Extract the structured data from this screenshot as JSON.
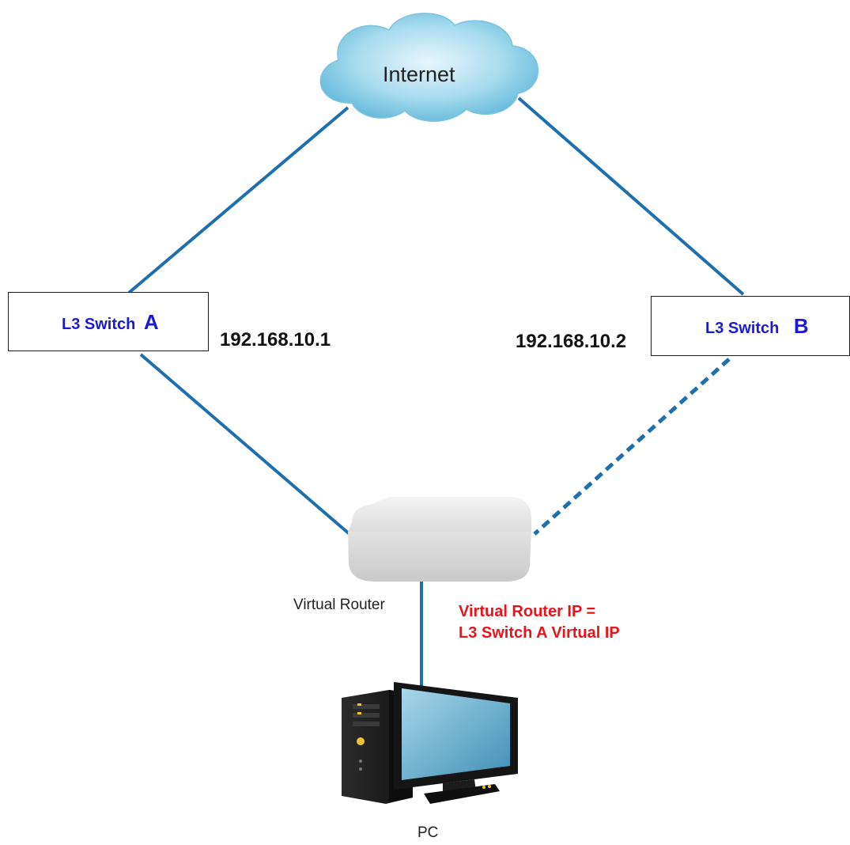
{
  "internet": {
    "label": "Internet"
  },
  "switch_a": {
    "name": "L3 Switch",
    "letter": "A",
    "ip": "192.168.10.1"
  },
  "switch_b": {
    "name": "L3 Switch",
    "letter": "B",
    "ip": "192.168.10.2"
  },
  "virtual_router": {
    "label": "Virtual Router"
  },
  "note": {
    "line1": "Virtual Router IP =",
    "line2": "L3 Switch A  Virtual IP"
  },
  "pc": {
    "label": "PC"
  },
  "colors": {
    "link": "#1e6fae",
    "switch_text": "#1a1ad6",
    "note_text": "#e8141b"
  }
}
